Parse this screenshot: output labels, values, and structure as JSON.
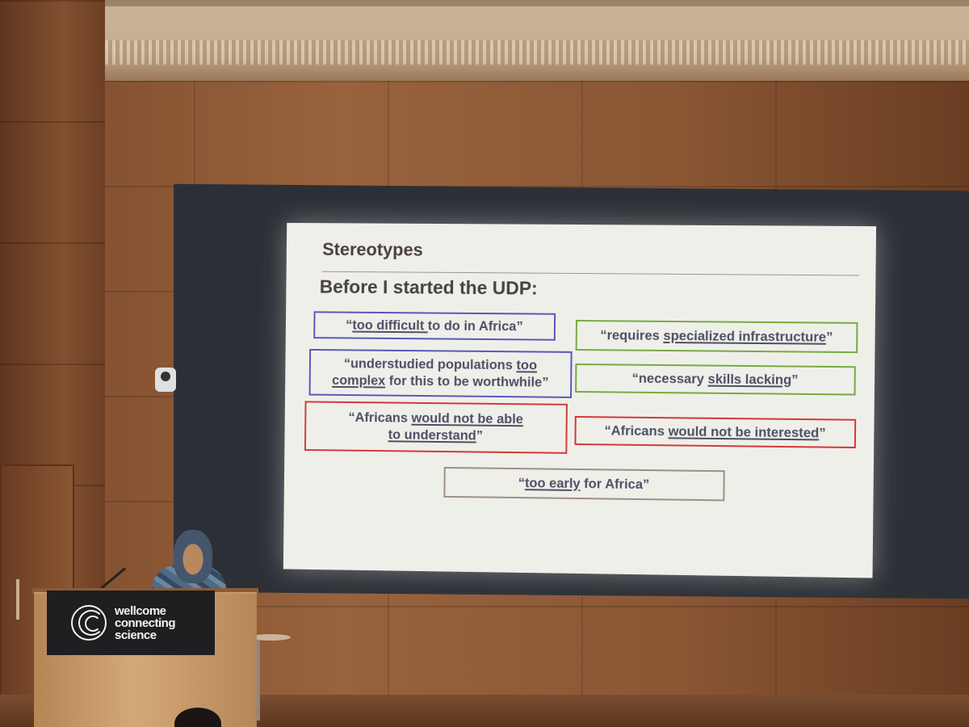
{
  "slide": {
    "heading": "Stereotypes",
    "subheading": "Before I started the UDP:",
    "quotes": [
      {
        "id": "q1",
        "color": "#5659b9",
        "parts": [
          {
            "t": "“",
            "u": false
          },
          {
            "t": "too difficult ",
            "u": true
          },
          {
            "t": "to do in Africa”",
            "u": false
          }
        ]
      },
      {
        "id": "q2",
        "color": "#7aa944",
        "parts": [
          {
            "t": "“requires ",
            "u": false
          },
          {
            "t": "specialized infrastructure",
            "u": true
          },
          {
            "t": "”",
            "u": false
          }
        ]
      },
      {
        "id": "q3",
        "color": "#5659b9",
        "parts": [
          {
            "t": "“understudied populations ",
            "u": false
          },
          {
            "t": "too complex",
            "u": true
          },
          {
            "t": " for this to be worthwhile”",
            "u": false
          }
        ]
      },
      {
        "id": "q4",
        "color": "#7aa944",
        "parts": [
          {
            "t": "“necessary ",
            "u": false
          },
          {
            "t": "skills lacking",
            "u": true
          },
          {
            "t": "”",
            "u": false
          }
        ]
      },
      {
        "id": "q5",
        "color": "#d23a3a",
        "parts": [
          {
            "t": "“Africans ",
            "u": false
          },
          {
            "t": "would not be able to understand",
            "u": true
          },
          {
            "t": "”",
            "u": false
          }
        ]
      },
      {
        "id": "q6",
        "color": "#d23a3a",
        "parts": [
          {
            "t": "“Africans ",
            "u": false
          },
          {
            "t": "would not be interested",
            "u": true
          },
          {
            "t": "”",
            "u": false
          }
        ]
      },
      {
        "id": "q7",
        "color": "#9f8f86",
        "parts": [
          {
            "t": "“",
            "u": false
          },
          {
            "t": "too early",
            "u": true
          },
          {
            "t": " for Africa”",
            "u": false
          }
        ]
      }
    ]
  },
  "podium": {
    "logo_lines": [
      "wellcome",
      "connecting",
      "science"
    ]
  }
}
